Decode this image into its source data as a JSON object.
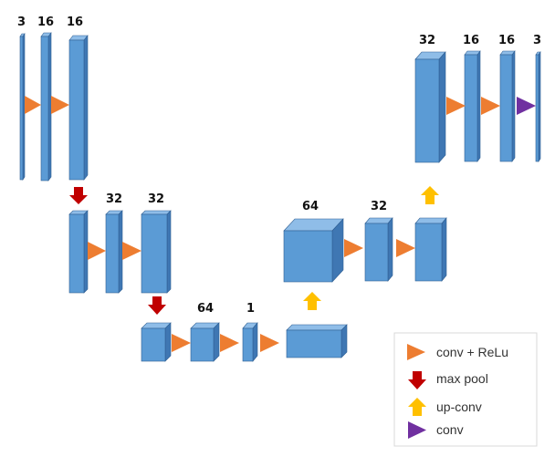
{
  "colors": {
    "block_front": "#5b9bd5",
    "block_top": "#8fbde8",
    "block_side": "#3f77b3",
    "block_stroke": "#2f5f93",
    "conv_relu": "#ed7d31",
    "max_pool": "#c00000",
    "up_conv": "#ffc000",
    "conv": "#7030a0",
    "legend_border": "#d9d9d9"
  },
  "labels": {
    "enc1_a": "3",
    "enc1_b": "16",
    "enc1_c": "16",
    "enc2_b": "32",
    "enc2_c": "32",
    "bot_b": "64",
    "bot_c": "1",
    "dec2_a": "64",
    "dec2_b": "32",
    "dec1_a": "32",
    "dec1_b": "16",
    "dec1_c": "16",
    "dec1_d": "3"
  },
  "legend": {
    "conv_relu": "conv + ReLu",
    "max_pool": "max pool",
    "up_conv": "up-conv",
    "conv": "conv"
  }
}
